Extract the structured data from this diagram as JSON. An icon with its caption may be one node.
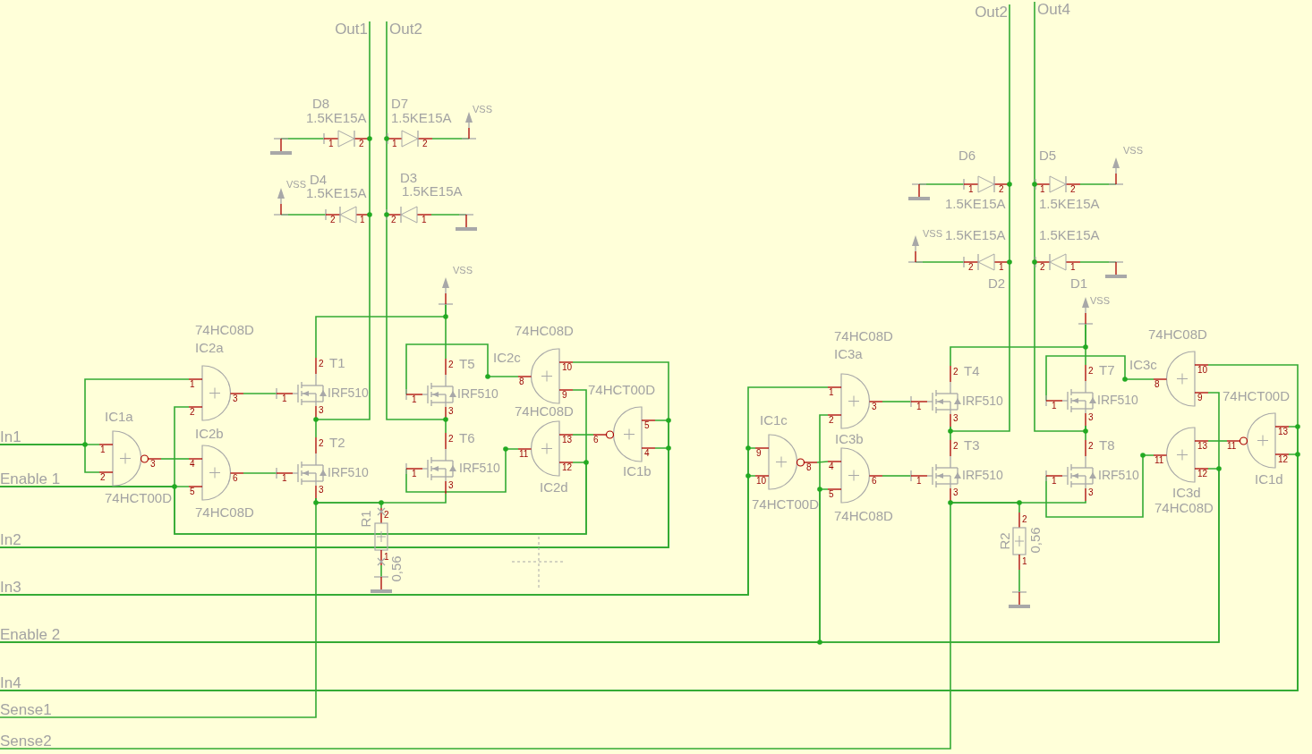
{
  "diagram": {
    "nodes": [
      {
        "text": [
          "Out1"
        ]
      },
      {
        "text": [
          "Out2"
        ]
      },
      {
        "text": [
          "Out2"
        ]
      },
      {
        "text": [
          "Out4"
        ]
      },
      {
        "text": [
          "In1"
        ]
      },
      {
        "text": [
          "Enable 1"
        ]
      },
      {
        "text": [
          "In2"
        ]
      },
      {
        "text": [
          "In3"
        ]
      },
      {
        "text": [
          "Enable 2"
        ]
      },
      {
        "text": [
          "In4"
        ]
      },
      {
        "text": [
          "Sense1"
        ]
      },
      {
        "text": [
          "Sense2"
        ]
      },
      {
        "text": [],
        "shape": "ground"
      },
      {
        "text": [
          "1",
          "2"
        ],
        "beside": [
          "D8",
          "1.5KE15A"
        ]
      },
      {
        "text": [
          "1",
          "2"
        ],
        "beside": [
          "D7",
          "1.5KE15A"
        ]
      },
      {
        "text": [],
        "shape": "arrow",
        "beside": [
          "VSS"
        ]
      },
      {
        "text": [],
        "shape": "arrow",
        "beside": [
          "VSS"
        ]
      },
      {
        "text": [
          "2",
          "1"
        ],
        "beside": [
          "D4",
          "1.5KE15A"
        ]
      },
      {
        "text": [
          "2",
          "1"
        ],
        "beside": [
          "D3",
          "1.5KE15A"
        ]
      },
      {
        "text": [],
        "shape": "ground"
      },
      {
        "text": [],
        "shape": "arrow",
        "beside": [
          "VSS"
        ]
      },
      {
        "text": [
          "1",
          "2",
          "3"
        ],
        "beside": [
          "74HC08D",
          "IC2a"
        ]
      },
      {
        "text": [
          "1",
          "2",
          "3"
        ],
        "beside": [
          "T1",
          "IRF510"
        ]
      },
      {
        "text": [
          "1",
          "2",
          "3"
        ],
        "beside": [
          "T5",
          "IRF510"
        ]
      },
      {
        "text": [
          "10",
          "9",
          "8"
        ],
        "beside": [
          "74HC08D",
          "IC2c"
        ]
      },
      {
        "text": [
          "1",
          "2",
          "3"
        ],
        "beside": [
          "IC1a",
          "74HCT00D"
        ]
      },
      {
        "text": [
          "4",
          "5",
          "6"
        ],
        "beside": [
          "IC2b",
          "74HC08D"
        ]
      },
      {
        "text": [
          "1",
          "2",
          "3"
        ],
        "beside": [
          "T2",
          "IRF510"
        ]
      },
      {
        "text": [
          "1",
          "2",
          "3"
        ],
        "beside": [
          "T6",
          "IRF510"
        ]
      },
      {
        "text": [
          "13",
          "12",
          "11"
        ],
        "beside": [
          "74HC08D",
          "IC2d"
        ]
      },
      {
        "text": [
          "5",
          "4",
          "6"
        ],
        "beside": [
          "74HCT00D",
          "IC1b"
        ]
      },
      {
        "text": [
          "2",
          "1"
        ],
        "beside": [
          "R1",
          "0,56"
        ]
      },
      {
        "text": [],
        "shape": "ground"
      },
      {
        "text": [],
        "shape": "ground"
      },
      {
        "text": [
          "1",
          "2"
        ],
        "beside": [
          "D6",
          "1.5KE15A"
        ]
      },
      {
        "text": [
          "1",
          "2"
        ],
        "beside": [
          "D5",
          "1.5KE15A"
        ]
      },
      {
        "text": [],
        "shape": "arrow",
        "beside": [
          "VSS"
        ]
      },
      {
        "text": [],
        "shape": "arrow",
        "beside": [
          "VSS"
        ]
      },
      {
        "text": [
          "2",
          "1"
        ],
        "beside": [
          "D2",
          "1.5KE15A"
        ]
      },
      {
        "text": [
          "2",
          "1"
        ],
        "beside": [
          "D1",
          "1.5KE15A"
        ]
      },
      {
        "text": [],
        "shape": "ground"
      },
      {
        "text": [],
        "shape": "arrow",
        "beside": [
          "VSS"
        ]
      },
      {
        "text": [
          "1",
          "2",
          "3"
        ],
        "beside": [
          "74HC08D",
          "IC3a"
        ]
      },
      {
        "text": [
          "1",
          "2",
          "3"
        ],
        "beside": [
          "T4",
          "IRF510"
        ]
      },
      {
        "text": [
          "1",
          "2",
          "3"
        ],
        "beside": [
          "T7",
          "IRF510"
        ]
      },
      {
        "text": [
          "10",
          "9",
          "8"
        ],
        "beside": [
          "74HC08D",
          "IC3c"
        ]
      },
      {
        "text": [
          "9",
          "10",
          "8"
        ],
        "beside": [
          "IC1c",
          "74HCT00D"
        ]
      },
      {
        "text": [
          "4",
          "5",
          "6"
        ],
        "beside": [
          "IC3b",
          "74HC08D"
        ]
      },
      {
        "text": [
          "1",
          "2",
          "3"
        ],
        "beside": [
          "T3",
          "IRF510"
        ]
      },
      {
        "text": [
          "1",
          "2",
          "3"
        ],
        "beside": [
          "T8",
          "IRF510"
        ]
      },
      {
        "text": [
          "13",
          "12",
          "11"
        ],
        "beside": [
          "74HC08D",
          "IC3d"
        ]
      },
      {
        "text": [
          "13",
          "12",
          "11"
        ],
        "beside": [
          "74HCT00D",
          "IC1d"
        ]
      },
      {
        "text": [
          "2",
          "1"
        ],
        "beside": [
          "R2",
          "0,56"
        ]
      },
      {
        "text": [],
        "shape": "ground"
      }
    ],
    "edges": [
      {
        "from": 12,
        "to": 13,
        "arrow": "none"
      },
      {
        "from": 0,
        "to": 13,
        "arrow": "none"
      },
      {
        "from": 13,
        "to": 17,
        "arrow": "none"
      },
      {
        "from": 17,
        "to": 22,
        "arrow": "none"
      },
      {
        "from": 22,
        "to": 27,
        "arrow": "none"
      },
      {
        "from": 1,
        "to": 14,
        "arrow": "none"
      },
      {
        "from": 14,
        "to": 18,
        "arrow": "none"
      },
      {
        "from": 18,
        "to": 23,
        "arrow": "none"
      },
      {
        "from": 23,
        "to": 28,
        "arrow": "none"
      },
      {
        "from": 14,
        "to": 15,
        "arrow": "none"
      },
      {
        "from": 16,
        "to": 17,
        "arrow": "none"
      },
      {
        "from": 18,
        "to": 19,
        "arrow": "none"
      },
      {
        "from": 20,
        "to": 22,
        "arrow": "none"
      },
      {
        "from": 20,
        "to": 23,
        "arrow": "none"
      },
      {
        "from": 4,
        "to": 25,
        "arrow": "none"
      },
      {
        "from": 4,
        "to": 25,
        "arrow": "none"
      },
      {
        "from": 4,
        "to": 21,
        "arrow": "none"
      },
      {
        "from": 5,
        "to": 26,
        "arrow": "none"
      },
      {
        "from": 5,
        "to": 21,
        "arrow": "none"
      },
      {
        "from": 5,
        "to": 29,
        "arrow": "none"
      },
      {
        "from": 5,
        "to": 24,
        "arrow": "none"
      },
      {
        "from": 25,
        "to": 26,
        "arrow": "none"
      },
      {
        "from": 21,
        "to": 22,
        "arrow": "none"
      },
      {
        "from": 26,
        "to": 27,
        "arrow": "none"
      },
      {
        "from": 24,
        "to": 23,
        "arrow": "none"
      },
      {
        "from": 29,
        "to": 28,
        "arrow": "none"
      },
      {
        "from": 6,
        "to": 24,
        "arrow": "none"
      },
      {
        "from": 6,
        "to": 30,
        "arrow": "none"
      },
      {
        "from": 6,
        "to": 30,
        "arrow": "none"
      },
      {
        "from": 30,
        "to": 29,
        "arrow": "none"
      },
      {
        "from": 27,
        "to": 10,
        "arrow": "none"
      },
      {
        "from": 27,
        "to": 28,
        "arrow": "none"
      },
      {
        "from": 27,
        "to": 31,
        "arrow": "none"
      },
      {
        "from": 31,
        "to": 32,
        "arrow": "none"
      },
      {
        "from": 33,
        "to": 34,
        "arrow": "none"
      },
      {
        "from": 2,
        "to": 34,
        "arrow": "none"
      },
      {
        "from": 34,
        "to": 38,
        "arrow": "none"
      },
      {
        "from": 38,
        "to": 43,
        "arrow": "none"
      },
      {
        "from": 43,
        "to": 48,
        "arrow": "none"
      },
      {
        "from": 3,
        "to": 35,
        "arrow": "none"
      },
      {
        "from": 35,
        "to": 39,
        "arrow": "none"
      },
      {
        "from": 39,
        "to": 44,
        "arrow": "none"
      },
      {
        "from": 44,
        "to": 49,
        "arrow": "none"
      },
      {
        "from": 35,
        "to": 36,
        "arrow": "none"
      },
      {
        "from": 37,
        "to": 38,
        "arrow": "none"
      },
      {
        "from": 39,
        "to": 40,
        "arrow": "none"
      },
      {
        "from": 41,
        "to": 43,
        "arrow": "none"
      },
      {
        "from": 41,
        "to": 44,
        "arrow": "none"
      },
      {
        "from": 7,
        "to": 46,
        "arrow": "none"
      },
      {
        "from": 7,
        "to": 46,
        "arrow": "none"
      },
      {
        "from": 7,
        "to": 42,
        "arrow": "none"
      },
      {
        "from": 46,
        "to": 47,
        "arrow": "none"
      },
      {
        "from": 8,
        "to": 47,
        "arrow": "none"
      },
      {
        "from": 8,
        "to": 42,
        "arrow": "none"
      },
      {
        "from": 8,
        "to": 50,
        "arrow": "none"
      },
      {
        "from": 8,
        "to": 45,
        "arrow": "none"
      },
      {
        "from": 42,
        "to": 43,
        "arrow": "none"
      },
      {
        "from": 47,
        "to": 48,
        "arrow": "none"
      },
      {
        "from": 9,
        "to": 45,
        "arrow": "none"
      },
      {
        "from": 9,
        "to": 51,
        "arrow": "none"
      },
      {
        "from": 9,
        "to": 51,
        "arrow": "none"
      },
      {
        "from": 51,
        "to": 50,
        "arrow": "none"
      },
      {
        "from": 45,
        "to": 44,
        "arrow": "none"
      },
      {
        "from": 50,
        "to": 49,
        "arrow": "none"
      },
      {
        "from": 48,
        "to": 11,
        "arrow": "none"
      },
      {
        "from": 48,
        "to": 49,
        "arrow": "none"
      },
      {
        "from": 48,
        "to": 52,
        "arrow": "none"
      },
      {
        "from": 52,
        "to": 53,
        "arrow": "none"
      }
    ]
  }
}
